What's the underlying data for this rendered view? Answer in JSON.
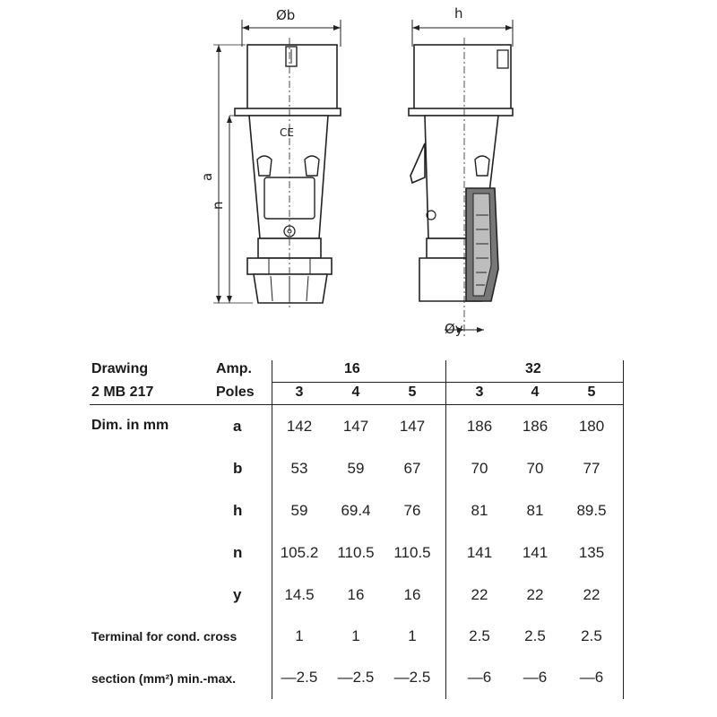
{
  "drawing": {
    "dim_b": "Øb",
    "dim_h": "h",
    "dim_a": "a",
    "dim_n": "n",
    "dim_y": "Øy",
    "ce_mark": "CE"
  },
  "table": {
    "drawing_label": "Drawing",
    "drawing_code": "2 MB 217",
    "amp_label": "Amp.",
    "poles_label": "Poles",
    "amp_values": [
      "16",
      "32"
    ],
    "poles": [
      "3",
      "4",
      "5",
      "3",
      "4",
      "5"
    ],
    "dim_label": "Dim. in mm",
    "rows": [
      {
        "key": "a",
        "values": [
          "142",
          "147",
          "147",
          "186",
          "186",
          "180"
        ]
      },
      {
        "key": "b",
        "values": [
          "53",
          "59",
          "67",
          "70",
          "70",
          "77"
        ]
      },
      {
        "key": "h",
        "values": [
          "59",
          "69.4",
          "76",
          "81",
          "81",
          "89.5"
        ]
      },
      {
        "key": "n",
        "values": [
          "105.2",
          "110.5",
          "110.5",
          "141",
          "141",
          "135"
        ]
      },
      {
        "key": "y",
        "values": [
          "14.5",
          "16",
          "16",
          "22",
          "22",
          "22"
        ]
      }
    ],
    "terminal_label_1": "Terminal for cond. cross",
    "terminal_label_2": "section (mm²) min.-max.",
    "terminal_min": [
      "1",
      "1",
      "1",
      "2.5",
      "2.5",
      "2.5"
    ],
    "terminal_max": [
      "—2.5",
      "—2.5",
      "—2.5",
      "—6",
      "—6",
      "—6"
    ]
  }
}
